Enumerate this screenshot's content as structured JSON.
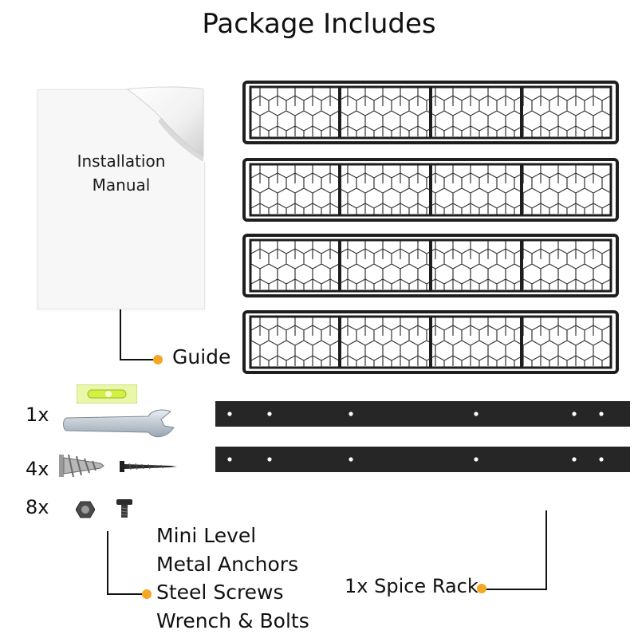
{
  "title": "Package Includes",
  "manual": {
    "line1": "Installation",
    "line2": "Manual"
  },
  "guide_label": "Guide",
  "counts": [
    "1x",
    "4x",
    "8x"
  ],
  "parts_list": [
    "Mini Level",
    "Metal Anchors",
    "Steel Screws",
    "Wrench & Bolts"
  ],
  "rack_label": "1x Spice Rack",
  "colors": {
    "accent_dot": "#f5a623",
    "metal": "#1e1e1e",
    "bar": "#262626"
  }
}
